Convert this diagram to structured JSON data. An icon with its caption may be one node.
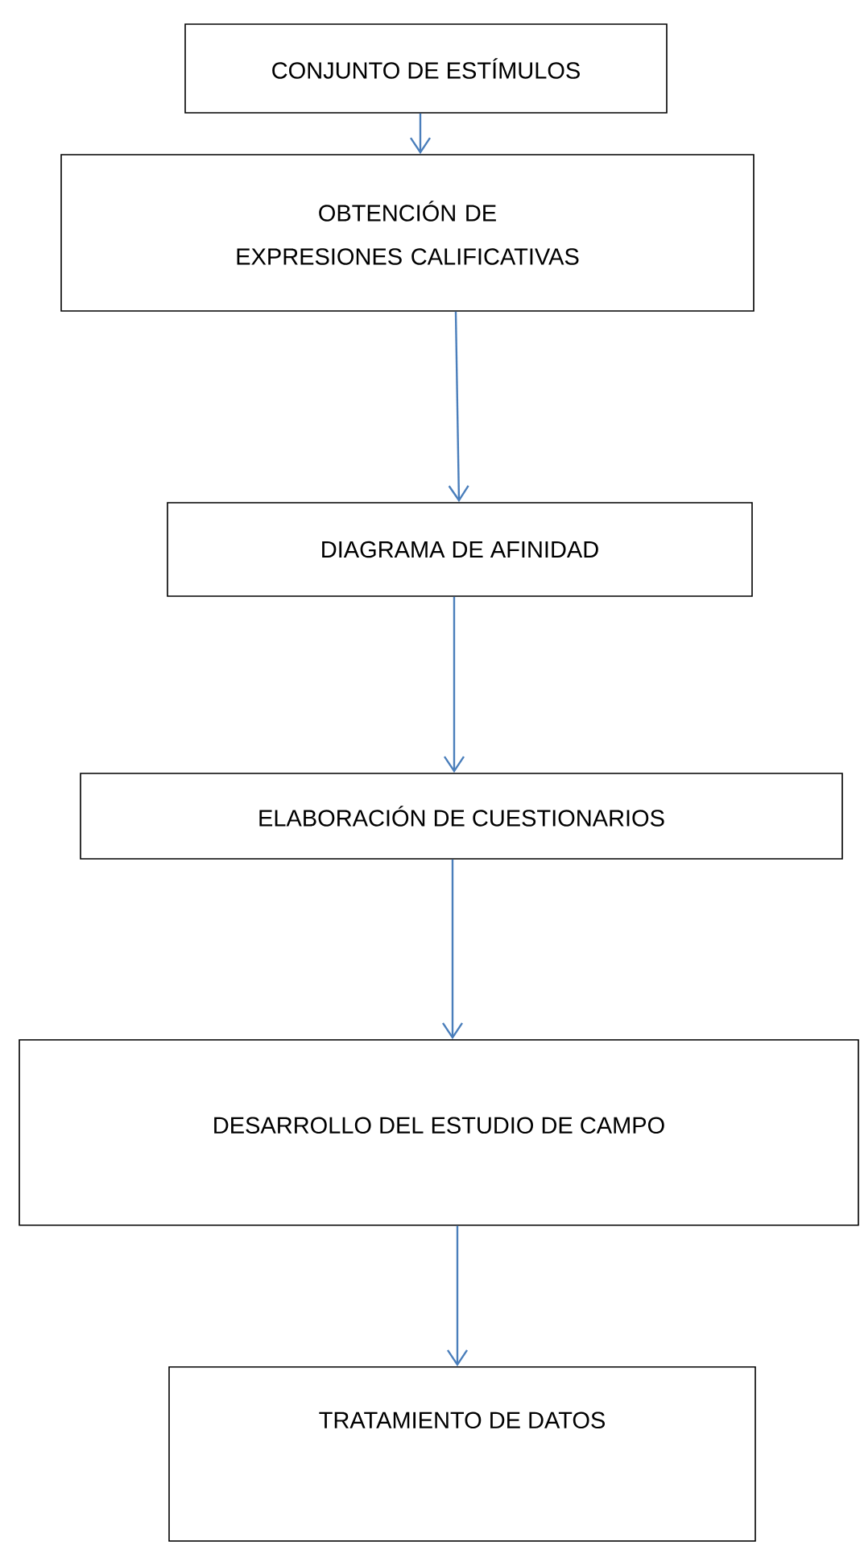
{
  "diagram": {
    "nodes": [
      {
        "text": [
          "CONJUNTO DE ESTÍMULOS"
        ]
      },
      {
        "text": [
          "OBTENCIÓN DE EXPRESIONES CALIFICATIVAS"
        ]
      },
      {
        "text": [
          "DIAGRAMA DE AFINIDAD"
        ]
      },
      {
        "text": [
          "ELABORACIÓN DE CUESTIONARIOS"
        ]
      },
      {
        "text": [
          "DESARROLLO DEL ESTUDIO DE CAMPO"
        ]
      },
      {
        "text": [
          "TRATAMIENTO DE DATOS"
        ]
      }
    ],
    "edges": [
      {
        "from": 0,
        "to": 1,
        "arrow": "to"
      },
      {
        "from": 1,
        "to": 2,
        "arrow": "to"
      },
      {
        "from": 2,
        "to": 3,
        "arrow": "to"
      },
      {
        "from": 3,
        "to": 4,
        "arrow": "to"
      },
      {
        "from": 4,
        "to": 5,
        "arrow": "to"
      }
    ]
  }
}
